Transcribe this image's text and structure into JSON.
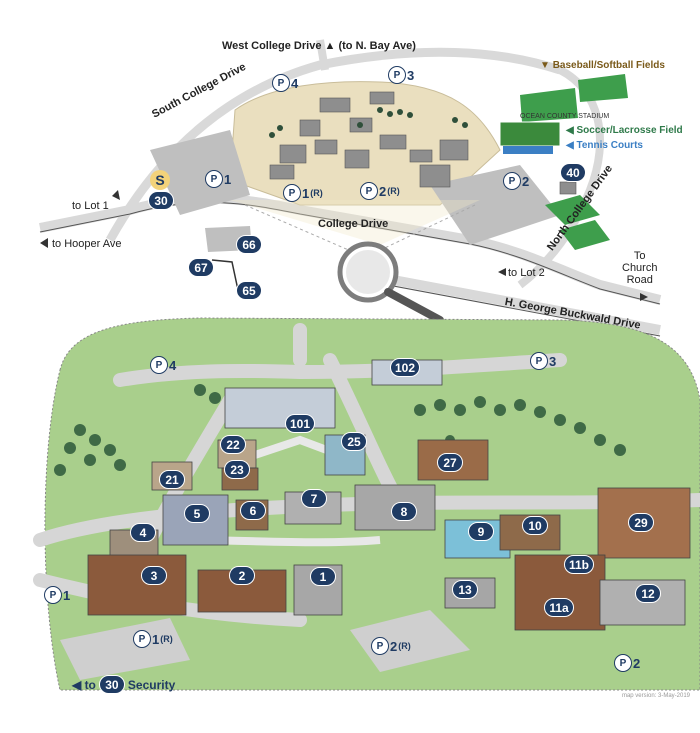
{
  "top_map": {
    "roads": {
      "west_college": "West College Drive",
      "west_college_note": "(to N. Bay Ave)",
      "south_college": "South College Drive",
      "college_drive": "College Drive",
      "north_college": "North College Drive",
      "buckwald": "H. George Buckwald Drive",
      "to_lot1": "to Lot 1",
      "to_hooper": "to Hooper Ave",
      "to_lot2": "to Lot 2",
      "to_church": "To\nChurch\nRoad"
    },
    "fields": {
      "baseball": "Baseball/Softball Fields",
      "stadium": "OCEAN COUNTY STADIUM",
      "soccer": "Soccer/Lacrosse Field",
      "tennis": "Tennis Courts"
    },
    "parking": [
      {
        "num": "4",
        "sub": ""
      },
      {
        "num": "3",
        "sub": ""
      },
      {
        "num": "1",
        "sub": ""
      },
      {
        "num": "1",
        "sub": "(R)"
      },
      {
        "num": "2",
        "sub": "(R)"
      },
      {
        "num": "2",
        "sub": ""
      }
    ],
    "security_letter": "S",
    "buildings": [
      "30",
      "40",
      "66",
      "67",
      "65"
    ]
  },
  "detail_map": {
    "buildings": [
      "102",
      "101",
      "22",
      "25",
      "23",
      "21",
      "27",
      "7",
      "5",
      "6",
      "8",
      "4",
      "9",
      "10",
      "29",
      "3",
      "2",
      "1",
      "11b",
      "13",
      "12",
      "11a"
    ],
    "parking": [
      {
        "num": "4",
        "sub": ""
      },
      {
        "num": "3",
        "sub": ""
      },
      {
        "num": "1",
        "sub": ""
      },
      {
        "num": "1",
        "sub": "(R)"
      },
      {
        "num": "2",
        "sub": "(R)"
      },
      {
        "num": "2",
        "sub": ""
      }
    ],
    "security_link": {
      "prefix": "◀ to",
      "num": "30",
      "suffix": "Security"
    },
    "version": "map version: 3-May-2019"
  },
  "colors": {
    "badge": "#1f3b63",
    "grass": "#a9cf8c",
    "campus": "#eadfbf",
    "road": "#dcdcdc",
    "baseball": "#7a5a1a",
    "soccer": "#2f7a4a",
    "tennis": "#3b7fc4"
  }
}
